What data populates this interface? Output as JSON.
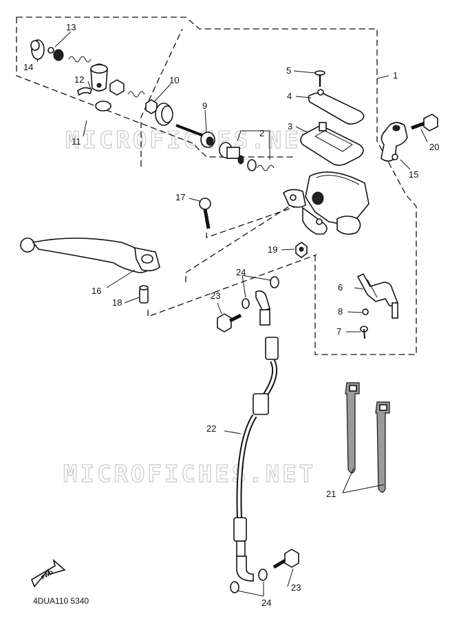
{
  "diagram": {
    "code": "4DUA110 5340",
    "watermark": "MICROFICHES.NET",
    "front_label": "FWD",
    "callouts": {
      "c1": "1",
      "c2": "2",
      "c3": "3",
      "c4": "4",
      "c5": "5",
      "c6": "6",
      "c7": "7",
      "c8": "8",
      "c9": "9",
      "c10": "10",
      "c11": "11",
      "c12": "12",
      "c13": "13",
      "c14": "14",
      "c15": "15",
      "c16": "16",
      "c17": "17",
      "c18": "18",
      "c19": "19",
      "c20": "20",
      "c21": "21",
      "c22": "22",
      "c23a": "23",
      "c23b": "23",
      "c24a": "24",
      "c24b": "24"
    }
  }
}
